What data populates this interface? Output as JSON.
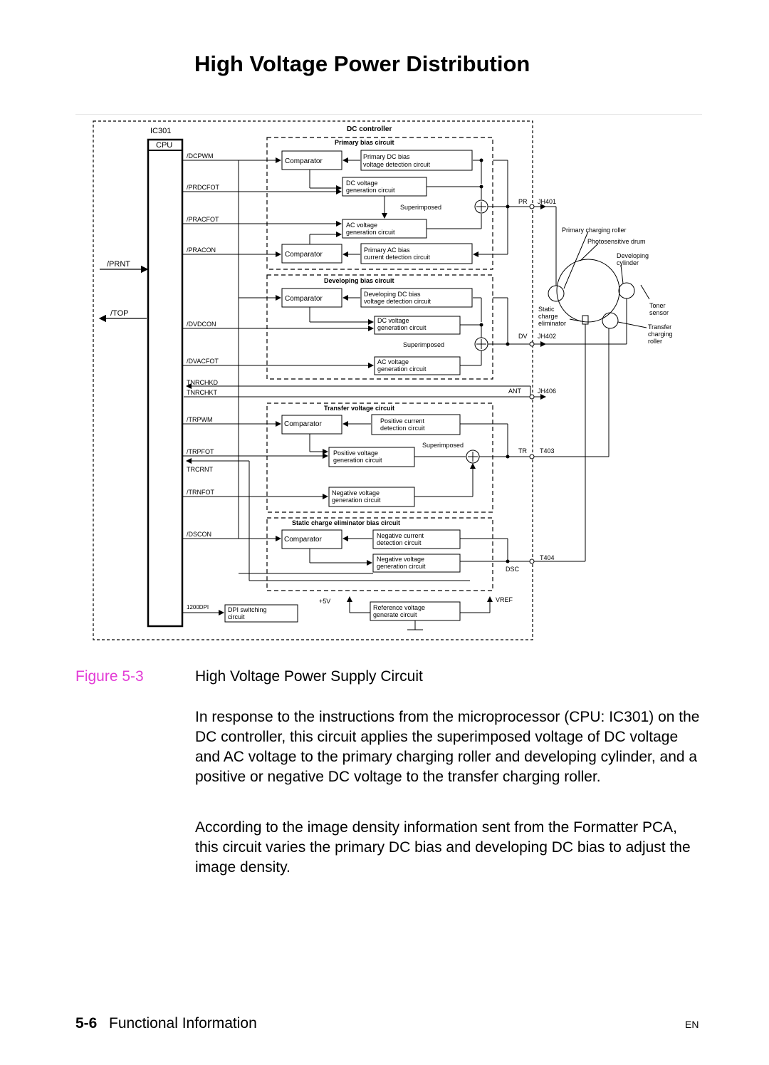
{
  "page": {
    "title": "High Voltage Power Distribution",
    "figure_label": "Figure 5-3",
    "figure_caption": "High Voltage Power Supply Circuit",
    "paragraphs": [
      "In response to the instructions from the microprocessor (CPU: IC301) on the DC controller, this circuit applies the superimposed voltage of DC voltage and AC voltage to the primary charging roller and developing cylinder, and a positive or negative DC voltage to the transfer charging roller.",
      "According to the image density information sent from the Formatter PCA, this circuit varies the primary DC bias and developing DC bias to adjust the image density."
    ],
    "footer": {
      "page_number": "5-6",
      "section": "Functional Information",
      "lang": "EN"
    },
    "figure_label_color": "#e33cd6"
  },
  "diagram": {
    "ic": "IC301",
    "cpu": "CPU",
    "dc_controller": "DC controller",
    "sections": {
      "primary": "Primary bias circuit",
      "developing": "Developing bias circuit",
      "transfer": "Transfer voltage circuit",
      "static": "Static charge eliminator bias circuit"
    },
    "signals": {
      "dcpwm": "/DCPWM",
      "prdcfot": "/PRDCFOT",
      "pracfot": "/PRACFOT",
      "pracon": "/PRACON",
      "prnt": "/PRNT",
      "top": "/TOP",
      "dvdcon": "/DVDCON",
      "dvacfot": "/DVACFOT",
      "tnrchkd": "TNRCHKD",
      "tnrchkt": "TNRCHKT",
      "trpwm": "/TRPWM",
      "trpfot": "/TRPFOT",
      "trcrnt": "TRCRNT",
      "trnfot": "/TRNFOT",
      "dscon": "/DSCON",
      "dpi1200": "1200DPI"
    },
    "blocks": {
      "comparator": "Comparator",
      "pdc_bias_1": "Primary DC bias",
      "pdc_bias_2": "voltage detection circuit",
      "dcv_1": "DC voltage",
      "dcv_2": "generation circuit",
      "acv_1": "AC voltage",
      "acv_2": "generation circuit",
      "pac_bias_1": "Primary AC bias",
      "pac_bias_2": "current detection circuit",
      "ddc_bias_1": "Developing DC bias",
      "ddc_bias_2": "voltage detection circuit",
      "pos_cur_1": "Positive current",
      "pos_cur_2": "detection circuit",
      "pos_v_1": "Positive voltage",
      "pos_v_2": "generation circuit",
      "neg_v_1": "Negative voltage",
      "neg_v_2": "generation circuit",
      "neg_cur_1": "Negative current",
      "neg_cur_2": "detection circuit",
      "dpi_1": "DPI switching",
      "dpi_2": "circuit",
      "ref_1": "Reference voltage",
      "ref_2": "generate circuit",
      "superimposed": "Superimposed"
    },
    "connectors": {
      "pr": "PR",
      "jh401": "JH401",
      "dv": "DV",
      "jh402": "JH402",
      "ant": "ANT",
      "jh406": "JH406",
      "tr": "TR",
      "t403": "T403",
      "t404": "T404",
      "dsc": "DSC",
      "plus5v": "+5V",
      "vref": "VREF"
    },
    "drum_labels": {
      "prim_roller": "Primary charging roller",
      "photo_drum": "Photosensitive drum",
      "dev_1": "Developing",
      "dev_2": "cylinder",
      "static_1": "Static",
      "static_2": "charge",
      "static_3": "eliminator",
      "toner_1": "Toner",
      "toner_2": "sensor",
      "transfer_1": "Transfer",
      "transfer_2": "charging",
      "transfer_3": "roller"
    }
  }
}
